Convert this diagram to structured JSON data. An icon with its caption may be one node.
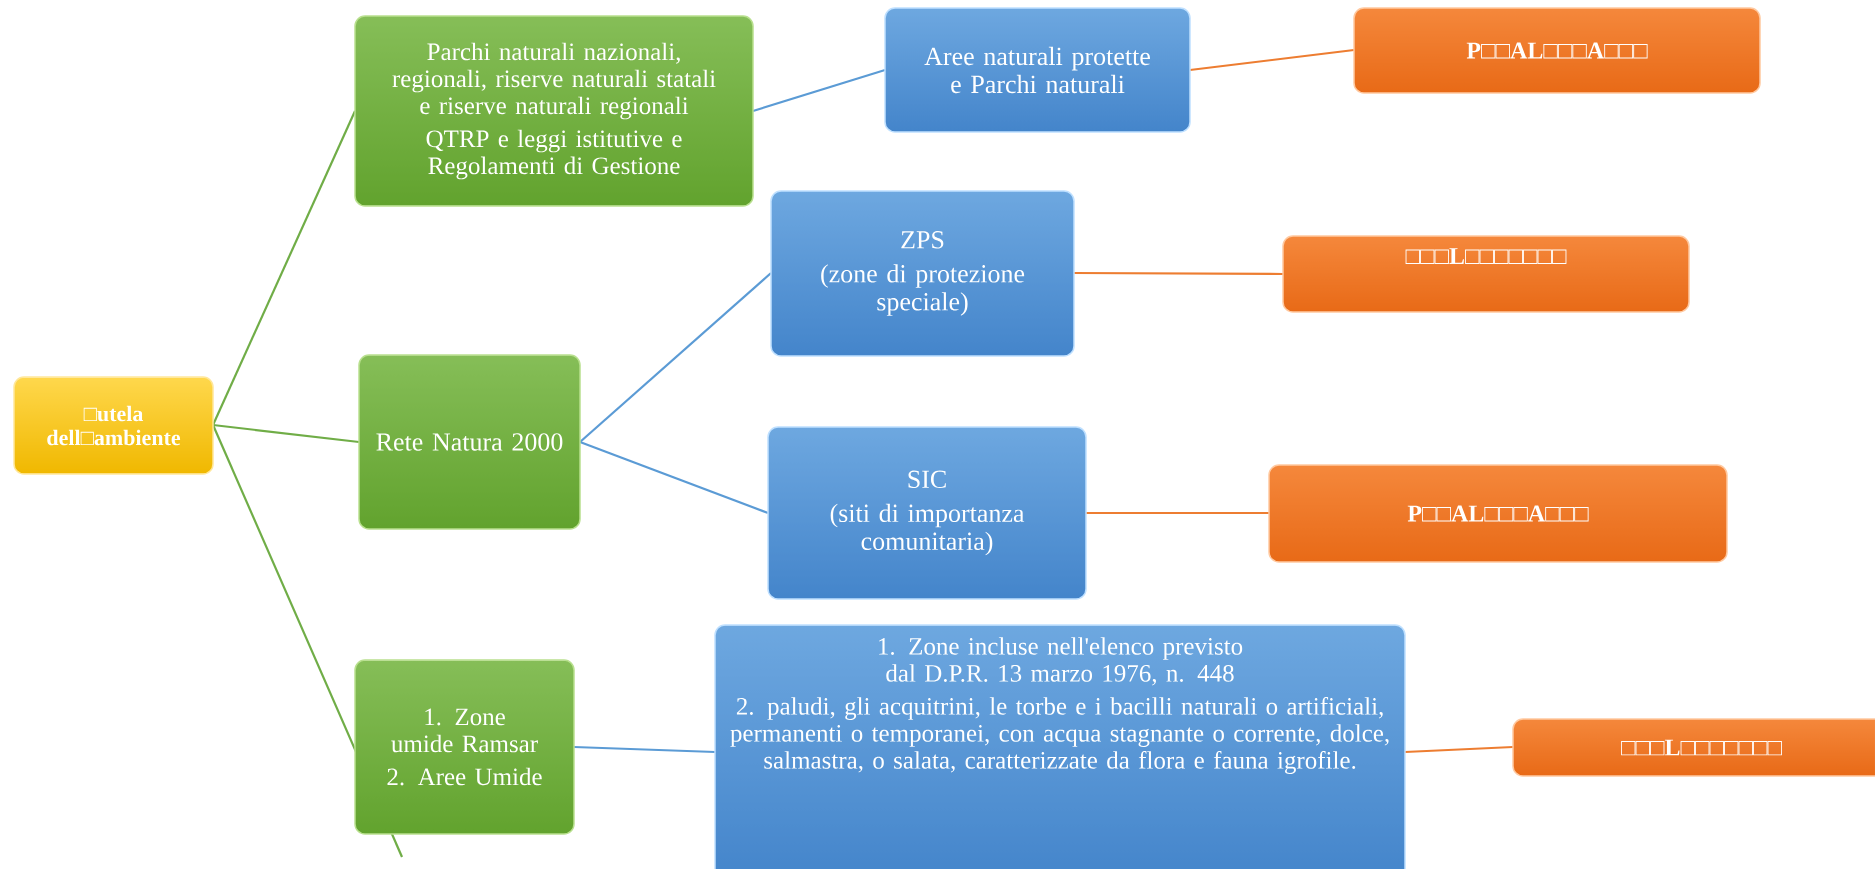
{
  "diagram": {
    "nodes": [
      {
        "text": [
          "□utela dell□ambiente"
        ]
      },
      {
        "text": [
          "Parchi naturali nazionali, regionali, riserve naturali statali e riserve naturali regionali",
          "QTRP e leggi istitutive e Regolamenti di Gestione"
        ]
      },
      {
        "text": [
          "Rete Natura 2000"
        ]
      },
      {
        "text": [
          "1. Zone umide Ramsar",
          "2. Aree Umide"
        ]
      },
      {
        "text": [
          "Aree naturali protette e Parchi naturali"
        ]
      },
      {
        "text": [
          "ZPS",
          "(zone di protezione speciale)"
        ]
      },
      {
        "text": [
          "SIC",
          "(siti di importanza comunitaria)"
        ]
      },
      {
        "text": [
          "1. Zone incluse nell'elenco previsto dal D.P.R. 13 marzo 1976, n. 448",
          "2. paludi, gli acquitrini, le torbe e i bacilli naturali o artificiali, permanenti o temporanei, con acqua stagnante o corrente, dolce,  salmastra, o salata, caratterizzate da flora e fauna igrofile."
        ]
      },
      {
        "text": [
          "P□□AL□□□A□□□"
        ]
      },
      {
        "text": [
          "□□□L□□□□□□□"
        ]
      },
      {
        "text": [
          "P□□AL□□□A□□□"
        ]
      },
      {
        "text": [
          "□□□L□□□□□□□"
        ]
      }
    ],
    "edges": [
      {
        "from": 0,
        "to": 1,
        "arrow": "none",
        "color": "#70ad47"
      },
      {
        "from": 0,
        "to": 2,
        "arrow": "none",
        "color": "#70ad47"
      },
      {
        "from": 0,
        "to": null,
        "arrow": "none",
        "color": "#70ad47"
      },
      {
        "from": 1,
        "to": 4,
        "arrow": "none",
        "color": "#5b9bd5"
      },
      {
        "from": 2,
        "to": 5,
        "arrow": "none",
        "color": "#5b9bd5"
      },
      {
        "from": 2,
        "to": 6,
        "arrow": "none",
        "color": "#5b9bd5"
      },
      {
        "from": 3,
        "to": 7,
        "arrow": "none",
        "color": "#5b9bd5"
      },
      {
        "from": 4,
        "to": 8,
        "arrow": "none",
        "color": "#ed7d31"
      },
      {
        "from": 5,
        "to": 9,
        "arrow": "none",
        "color": "#ed7d31"
      },
      {
        "from": 6,
        "to": 10,
        "arrow": "none",
        "color": "#ed7d31"
      },
      {
        "from": 7,
        "to": 11,
        "arrow": "none",
        "color": "#ed7d31"
      }
    ]
  }
}
